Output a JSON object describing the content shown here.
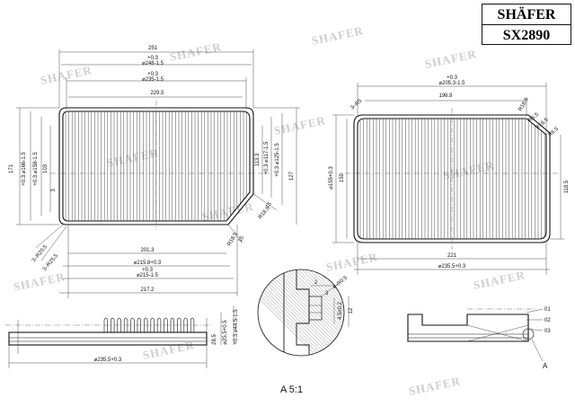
{
  "brand": {
    "name": "SHÄFER",
    "part_number": "SX2890"
  },
  "watermark": "SHAFER",
  "scale_label": "A 5:1",
  "detail_label": "A",
  "front_view": {
    "dims": {
      "w251": "251",
      "w248": "+0.3\n⌀248-1.5",
      "w235": "+0.3\n⌀235-1.5",
      "w229": "229.5",
      "w201": "201.3",
      "w215b": "⌀215.8+0.3",
      "w215c": "+0.3\n⌀215-1.5",
      "w217": "217.2",
      "h171": "171",
      "h166": "+0.3\n⌀166-1.5",
      "h158": "+0.3\n⌀158-1.5",
      "h103": "103",
      "h3": "3",
      "h113": "113.3",
      "h117": "+0.3\n⌀117-1.5",
      "h125": "+0.3\n⌀125-1.5",
      "h127": "127",
      "r3a": "3–R20.5",
      "r3b": "3–R25.5",
      "c15": "15",
      "c185": "R18.5",
      "c185b": "R18.5",
      "c15b": "15"
    }
  },
  "side_view": {
    "dims": {
      "h285": "28.5",
      "h255": "⌀25.5+0.5",
      "h445": "+0.3\n⌀44.5-1.5",
      "w235": "⌀235.5+0.3"
    }
  },
  "right_view": {
    "dims": {
      "w205": "+0.3\n⌀205.3-1.5",
      "w196": "196.8",
      "w221": "221",
      "w235": "⌀235.5+0.3",
      "h159": "159",
      "h155": "⌀155+0.3",
      "h118": "118.5",
      "r3": "3–R5",
      "c185": "R18.5",
      "c185b": "R18.5",
      "c65": "R6.5",
      "c65b": "R6.5"
    }
  },
  "detail": {
    "dims": {
      "d2": "2",
      "d3": "3",
      "r05": "4–R0.5",
      "d45": "4.5±0.2",
      "d12": "12"
    }
  },
  "section": {
    "callouts": [
      "01",
      "02",
      "03"
    ]
  }
}
